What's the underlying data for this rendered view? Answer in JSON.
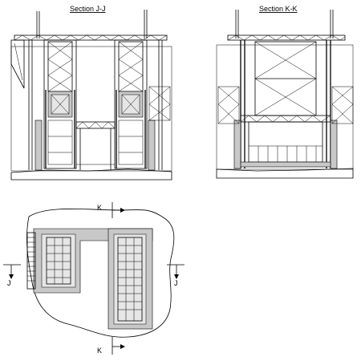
{
  "section_jj": {
    "title": "Section J-J"
  },
  "section_kk": {
    "title": "Section K-K"
  },
  "plan": {
    "cut_k_top": "K",
    "cut_k_bottom": "K",
    "cut_j_left": "J",
    "cut_j_right": "J"
  }
}
